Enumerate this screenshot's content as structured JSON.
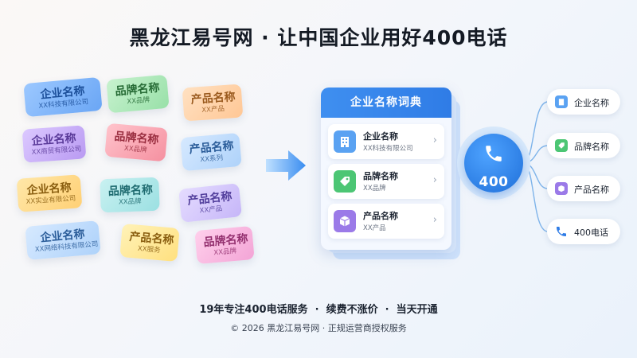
{
  "headline": "黑龙江易号网 · 让中国企业用好400电话",
  "tags": [
    {
      "title": "企业名称",
      "sub": "XX科技有限公司"
    },
    {
      "title": "品牌名称",
      "sub": "XX品牌"
    },
    {
      "title": "产品名称",
      "sub": "XX产品"
    },
    {
      "title": "企业名称",
      "sub": "XX商贸有限公司"
    },
    {
      "title": "品牌名称",
      "sub": "XX品牌"
    },
    {
      "title": "产品名称",
      "sub": "XX系列"
    },
    {
      "title": "企业名称",
      "sub": "XX实业有限公司"
    },
    {
      "title": "品牌名称",
      "sub": "XX品牌"
    },
    {
      "title": "产品名称",
      "sub": "XX产品"
    },
    {
      "title": "企业名称",
      "sub": "XX网络科技有限公司"
    },
    {
      "title": "产品名称",
      "sub": "XX服务"
    },
    {
      "title": "品牌名称",
      "sub": "XX品牌"
    }
  ],
  "dictionary": {
    "title": "企业名称词典",
    "rows": [
      {
        "title": "企业名称",
        "sub": "XX科技有限公司",
        "icon": "building-icon"
      },
      {
        "title": "品牌名称",
        "sub": "XX品牌",
        "icon": "tag-icon"
      },
      {
        "title": "产品名称",
        "sub": "XX产品",
        "icon": "box-icon"
      }
    ]
  },
  "phone": {
    "number": "400",
    "icon": "phone-icon"
  },
  "outputs": [
    {
      "label": "企业名称",
      "icon": "building-icon"
    },
    {
      "label": "品牌名称",
      "icon": "tag-icon"
    },
    {
      "label": "产品名称",
      "icon": "box-icon"
    },
    {
      "label": "400电话",
      "icon": "phone-icon"
    }
  ],
  "footer": {
    "line1": "19年专注400电话服务  ·  续费不涨价  ·  当天开通",
    "line2": "© 2026 黑龙江易号网 · 正规运营商授权服务"
  },
  "colors": {
    "accent": "#2f7ce6",
    "accent_light": "#4ea3ff"
  }
}
